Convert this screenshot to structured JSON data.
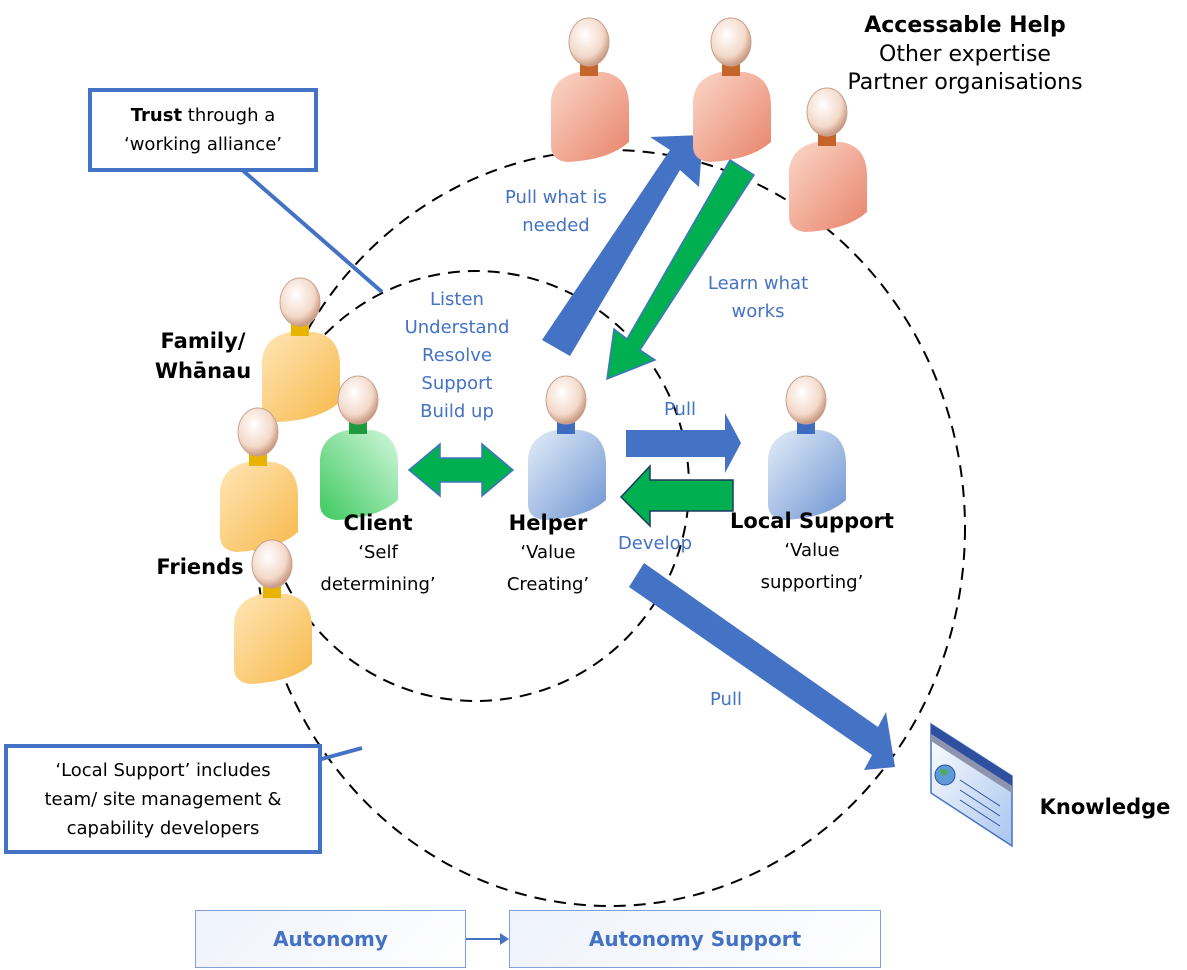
{
  "title": "Autonomy support model",
  "accessible_help": {
    "heading": "Accessable Help",
    "lines": [
      "Other expertise",
      "Partner organisations"
    ]
  },
  "callouts": {
    "trust": {
      "bold": "Trust",
      "rest": " through a",
      "line2": "‘working alliance’"
    },
    "local_support": {
      "lines": [
        "‘Local Support’ includes",
        "team/ site management &",
        "capability developers"
      ]
    }
  },
  "arrow_labels": {
    "pull_needed": [
      "Pull what is",
      "needed"
    ],
    "learn": [
      "Learn what",
      "works"
    ],
    "helper_actions": [
      "Listen",
      "Understand",
      "Resolve",
      "Support",
      "Build up"
    ],
    "pull_local": "Pull",
    "develop": "Develop",
    "pull_knowledge": "Pull"
  },
  "people": {
    "family": {
      "lines": [
        "Family/",
        "Whānau"
      ]
    },
    "friends": {
      "label": "Friends"
    },
    "client": {
      "name": "Client",
      "lines": [
        "‘Self",
        "determining’"
      ]
    },
    "helper": {
      "name": "Helper",
      "lines": [
        "‘Value",
        "Creating’"
      ]
    },
    "local_support": {
      "name": "Local Support",
      "lines": [
        "‘Value",
        "supporting’"
      ]
    }
  },
  "knowledge": {
    "label": "Knowledge",
    "icon": "web-page-icon"
  },
  "flow": {
    "from": "Autonomy",
    "to": "Autonomy Support"
  },
  "colors": {
    "blue_arrow": "#4472c4",
    "green_arrow": "#00b050",
    "text_blue": "#4472c4",
    "person_red": "#e8836a",
    "person_orange": "#f7b94a",
    "person_green": "#4fd672",
    "person_blue": "#7ea3d8"
  }
}
